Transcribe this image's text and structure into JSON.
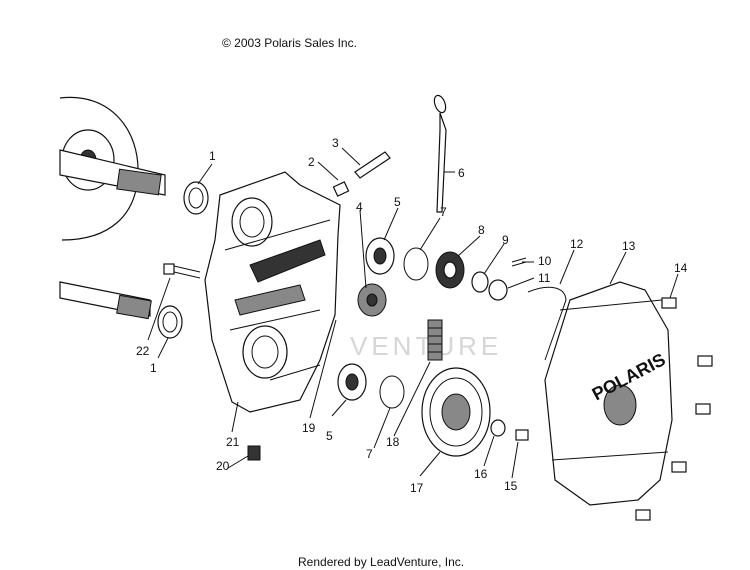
{
  "header": {
    "copyright": "© 2003 Polaris Sales Inc."
  },
  "footer": {
    "credit": "Rendered by LeadVenture, Inc."
  },
  "watermark": {
    "text": "VENTURE"
  },
  "cover_logo": "POLARIS",
  "callouts": [
    "1",
    "2",
    "3",
    "4",
    "5",
    "6",
    "7",
    "8",
    "9",
    "10",
    "11",
    "12",
    "13",
    "14",
    "22",
    "1",
    "21",
    "20",
    "19",
    "5",
    "7",
    "18",
    "17",
    "16",
    "15"
  ]
}
